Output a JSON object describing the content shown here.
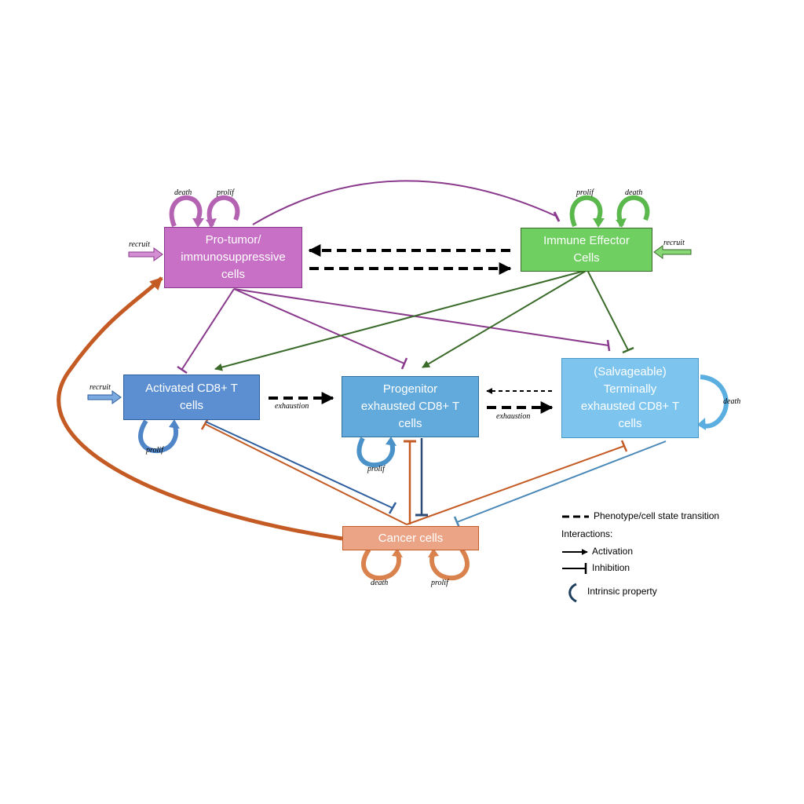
{
  "nodes": {
    "pro_tumor": {
      "label": "Pro-tumor/\nimmunosuppressive\ncells",
      "color": "#c86fc6"
    },
    "immune_effector": {
      "label": "Immune Effector\nCells",
      "color": "#6fcf60"
    },
    "activated_cd8": {
      "label": "Activated CD8+ T\ncells",
      "color": "#5b8fd2"
    },
    "progenitor": {
      "label": "Progenitor\nexhausted CD8+ T\ncells",
      "color": "#62a9dc"
    },
    "terminally": {
      "label": "(Salvageable)\nTerminally\nexhausted CD8+ T\ncells",
      "color": "#7dc5ee"
    },
    "cancer": {
      "label": "Cancer cells",
      "color": "#eca486"
    }
  },
  "labels": {
    "death": "death",
    "prolif": "prolif",
    "recruit": "recruit",
    "exhaustion": "exhaustion"
  },
  "legend": {
    "transition": "Phenotype/cell state transition",
    "interactions": "Interactions:",
    "activation": "Activation",
    "inhibition": "Inhibition",
    "intrinsic": "Intrinsic property"
  }
}
